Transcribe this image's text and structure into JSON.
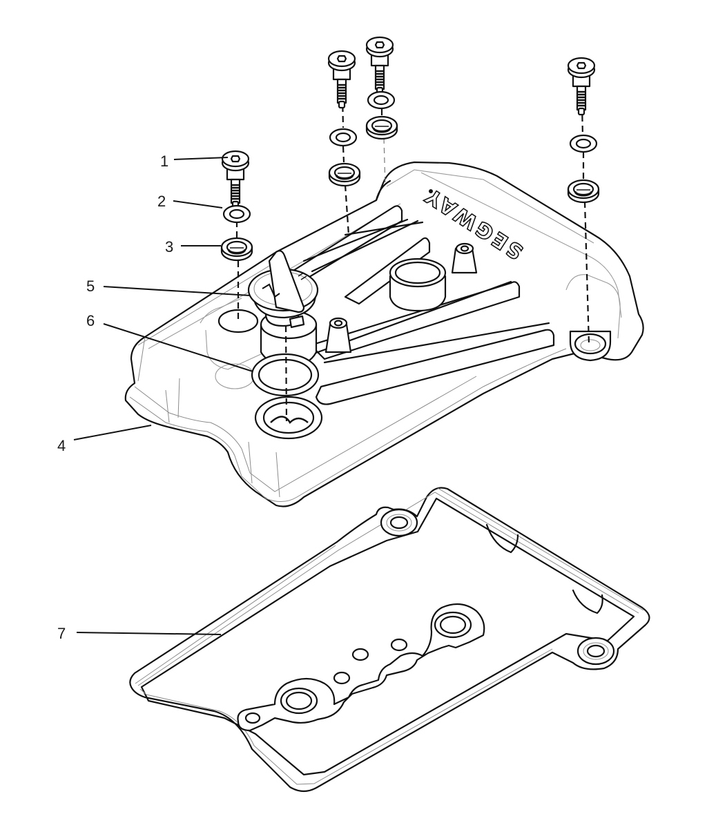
{
  "diagram": {
    "type": "exploded-parts-diagram",
    "subject": "Engine valve cover assembly",
    "brand_mark": "SEGWAY",
    "callouts": [
      {
        "number": "1",
        "part": "flange bolt"
      },
      {
        "number": "2",
        "part": "flat washer"
      },
      {
        "number": "3",
        "part": "rubber grommet seal"
      },
      {
        "number": "4",
        "part": "valve cover"
      },
      {
        "number": "5",
        "part": "oil filler cap"
      },
      {
        "number": "6",
        "part": "O-ring"
      },
      {
        "number": "7",
        "part": "valve cover gasket"
      }
    ],
    "bolt_stacks": 4
  }
}
